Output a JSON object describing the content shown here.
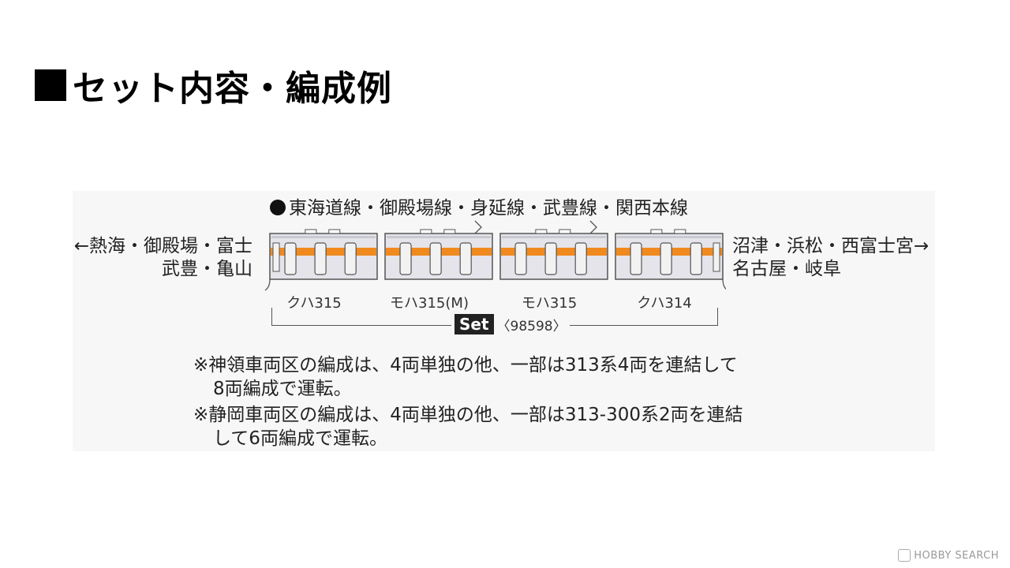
{
  "title": "セット内容・編成例",
  "route_header": "東海道線・御殿場線・身延線・武豊線・関西本線",
  "dest_left": {
    "line1": "←熱海・御殿場・富士",
    "line2": "武豊・亀山"
  },
  "dest_right": {
    "line1": "沼津・浜松・西富士宮→",
    "line2": "名古屋・岐阜"
  },
  "cars": [
    {
      "label": "クハ315"
    },
    {
      "label": "モハ315(M)"
    },
    {
      "label": "モハ315"
    },
    {
      "label": "クハ314"
    }
  ],
  "set": {
    "badge": "Set",
    "number": "〈98598〉"
  },
  "notes": [
    {
      "line1": "※神領車両区の編成は、4両単独の他、一部は313系4両を連結して",
      "line2": "8両編成で運転。"
    },
    {
      "line1": "※静岡車両区の編成は、4両単独の他、一部は313-300系2両を連結",
      "line2": "して6両編成で運転。"
    }
  ],
  "colors": {
    "stripe": "#f08a1e",
    "car_body": "#e4e4ea",
    "outline": "#555555"
  },
  "watermark": "HOBBY SEARCH"
}
